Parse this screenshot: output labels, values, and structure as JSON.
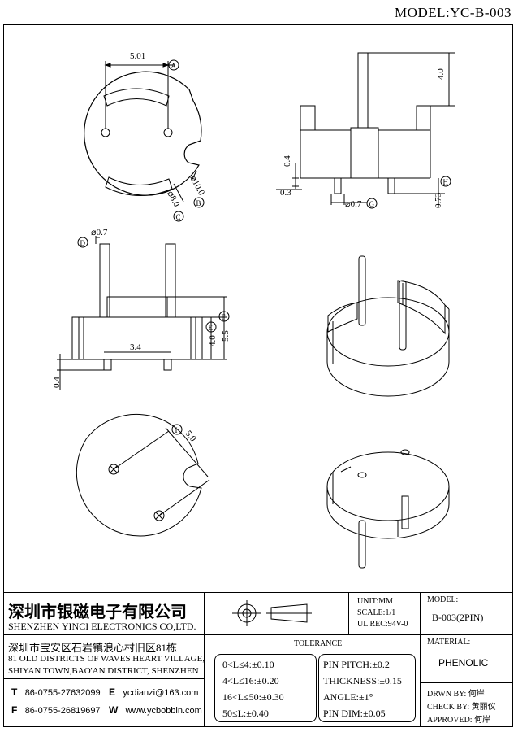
{
  "model_title": "MODEL:YC-B-003",
  "dims": {
    "pin_spacing": "5.01",
    "label_a": "A",
    "outer_dia": "⌀10.0",
    "label_b": "B",
    "inner_dia": "⌀8.0",
    "label_c": "C",
    "pin_length": "4.0",
    "base_step": "0.4",
    "offset": "0.3",
    "pin_dia_g": "⌀0.7",
    "label_g": "G",
    "label_h": "H",
    "pin_bottom": "0.73",
    "pin_dia_d": "⌀0.7",
    "label_d": "D",
    "body_height": "4.0",
    "label_e": "E",
    "total_height": "5.5",
    "label_f": "F",
    "slot_width": "3.4",
    "base_gap": "0.4",
    "diag_spacing": "5.0",
    "label_i": "I"
  },
  "company": {
    "name_cn": "深圳市银磁电子有限公司",
    "name_en": "SHENZHEN YINCI ELECTRONICS CO,LTD.",
    "addr_cn": "深圳市宝安区石岩镇浪心村旧区81栋",
    "addr_en1": "81 OLD DISTRICTS OF WAVES HEART VILLAGE,",
    "addr_en2": "SHIYAN TOWN,BAO'AN DISTRICT, SHENZHEN",
    "t_label": "T",
    "tel": "86-0755-27632099",
    "e_label": "E",
    "email": "ycdianzi@163.com",
    "f_label": "F",
    "fax": "86-0755-26819697",
    "w_label": "W",
    "web": "www.ycbobbin.com"
  },
  "unit_info": {
    "unit": "UNIT:MM",
    "scale": "SCALE:1/1",
    "ul": "UL REC:94V-0"
  },
  "model_block": {
    "label": "MODEL:",
    "value": "B-003(2PIN)"
  },
  "tolerance": {
    "title": "TOLERANCE",
    "rows": [
      "0<L≤4:±0.10",
      "4<L≤16:±0.20",
      "16<L≤50:±0.30",
      "50≤L:±0.40"
    ],
    "right": [
      "PIN PITCH:±0.2",
      "THICKNESS:±0.15",
      "ANGLE:±1°",
      "PIN DIM:±0.05"
    ]
  },
  "material": {
    "label": "MATERIAL:",
    "value": "PHENOLIC"
  },
  "approval": {
    "drawn_label": "DRWN BY:",
    "drawn_name": "何岸",
    "check_label": "CHECK BY:",
    "check_name": "黄丽仪",
    "approved_label": "APPROVED:",
    "approved_name": "何岸"
  }
}
